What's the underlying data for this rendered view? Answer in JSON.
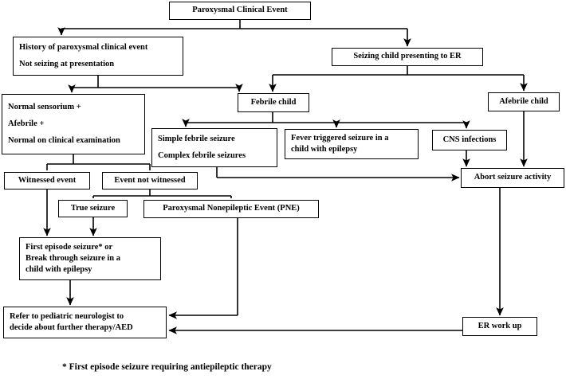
{
  "diagram": {
    "title_node": "Paroxysmal Clinical Event",
    "footnote": "* First episode seizure requiring antiepileptic therapy",
    "stroke_color": "#000000",
    "background_color": "#ffffff",
    "nodes": {
      "paroxysmal_clinical_event": {
        "lines": [
          "Paroxysmal Clinical Event"
        ]
      },
      "history_paroxysmal": {
        "lines": [
          "History of paroxysmal clinical event",
          "Not seizing at presentation"
        ]
      },
      "seizing_child_er": {
        "lines": [
          "Seizing child presenting to ER"
        ]
      },
      "normal_sensorium": {
        "lines": [
          "Normal sensorium  +",
          "Afebrile  +",
          "Normal on clinical examination"
        ]
      },
      "febrile_child": {
        "lines": [
          "Febrile child"
        ]
      },
      "afebrile_child": {
        "lines": [
          "Afebrile child"
        ]
      },
      "febrile_seizures": {
        "lines": [
          "Simple febrile seizure",
          "Complex febrile seizures"
        ]
      },
      "fever_triggered": {
        "lines": [
          "Fever triggered seizure in a",
          "child with epilepsy"
        ]
      },
      "cns_infections": {
        "lines": [
          "CNS infections"
        ]
      },
      "abort_seizure": {
        "lines": [
          "Abort seizure activity"
        ]
      },
      "witnessed_event": {
        "lines": [
          "Witnessed event"
        ]
      },
      "event_not_witnessed": {
        "lines": [
          "Event not witnessed"
        ]
      },
      "true_seizure": {
        "lines": [
          "True seizure"
        ]
      },
      "pne": {
        "lines": [
          "Paroxysmal Nonepileptic Event (PNE)"
        ]
      },
      "first_episode": {
        "lines": [
          "First episode seizure* or",
          "Break through seizure in a",
          "child with epilepsy"
        ]
      },
      "refer_neurologist": {
        "lines": [
          "Refer to pediatric neurologist to",
          "decide about further therapy/AED"
        ]
      },
      "er_work_up": {
        "lines": [
          "ER work up"
        ]
      }
    },
    "edges": [
      {
        "from": "paroxysmal_clinical_event",
        "to": "history_paroxysmal"
      },
      {
        "from": "paroxysmal_clinical_event",
        "to": "seizing_child_er"
      },
      {
        "from": "history_paroxysmal",
        "to": "normal_sensorium"
      },
      {
        "from": "history_paroxysmal",
        "to": "febrile_child"
      },
      {
        "from": "seizing_child_er",
        "to": "febrile_child"
      },
      {
        "from": "seizing_child_er",
        "to": "afebrile_child"
      },
      {
        "from": "febrile_child",
        "to": "febrile_seizures"
      },
      {
        "from": "febrile_child",
        "to": "fever_triggered"
      },
      {
        "from": "febrile_child",
        "to": "cns_infections"
      },
      {
        "from": "normal_sensorium",
        "to": "witnessed_event"
      },
      {
        "from": "normal_sensorium",
        "to": "event_not_witnessed"
      },
      {
        "from": "event_not_witnessed",
        "to": "true_seizure"
      },
      {
        "from": "event_not_witnessed",
        "to": "pne"
      },
      {
        "from": "witnessed_event",
        "to": "first_episode"
      },
      {
        "from": "true_seizure",
        "to": "first_episode"
      },
      {
        "from": "febrile_seizures",
        "to": "abort_seizure"
      },
      {
        "from": "cns_infections",
        "to": "abort_seizure"
      },
      {
        "from": "afebrile_child",
        "to": "abort_seizure"
      },
      {
        "from": "abort_seizure",
        "to": "er_work_up"
      },
      {
        "from": "first_episode",
        "to": "refer_neurologist"
      },
      {
        "from": "pne",
        "to": "refer_neurologist"
      },
      {
        "from": "er_work_up",
        "to": "refer_neurologist"
      }
    ]
  }
}
